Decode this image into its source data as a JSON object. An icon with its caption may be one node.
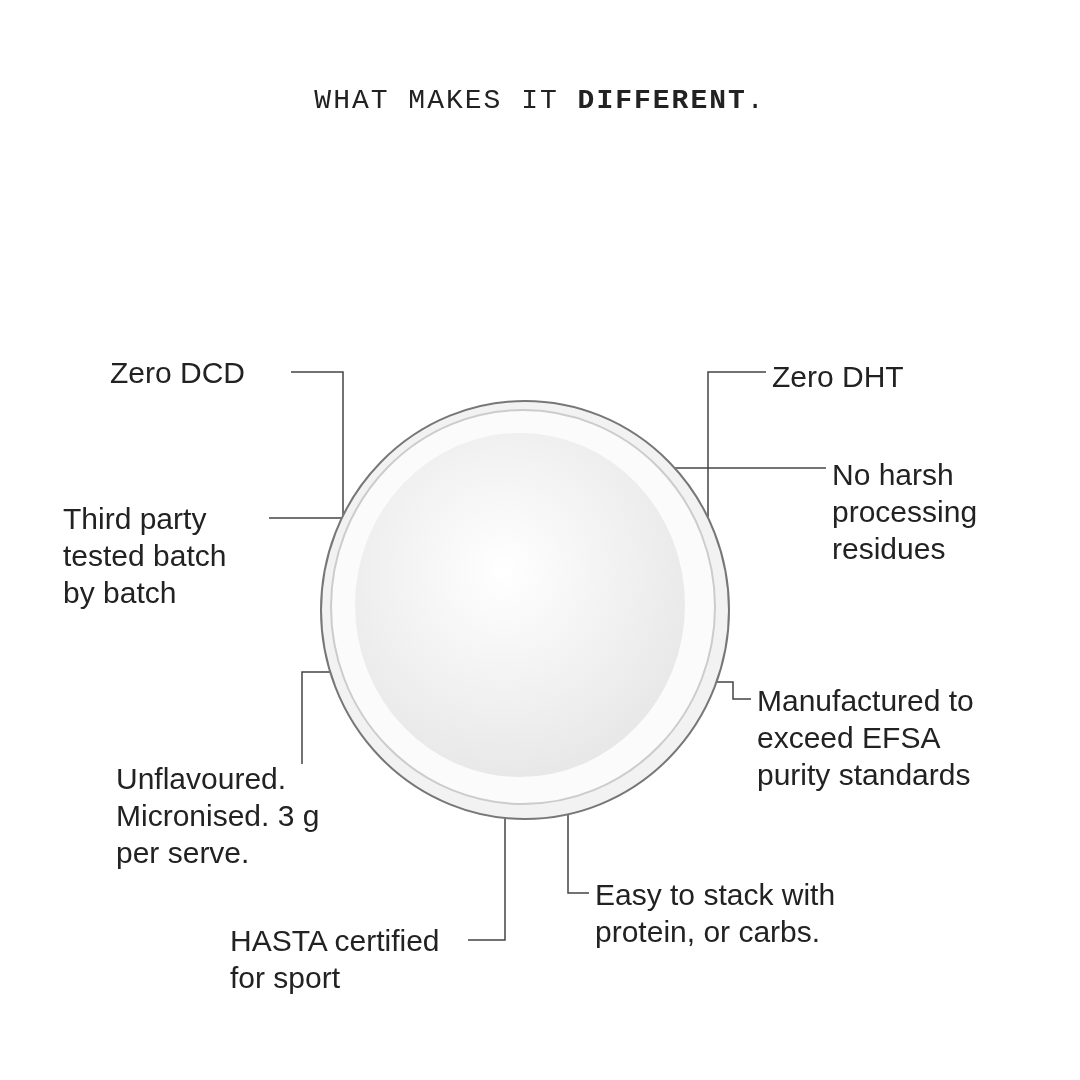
{
  "diagram": {
    "title": "WHAT MAKES IT **DIFFERENT**.",
    "nodes": [
      {
        "text": [
          "Zero DCD"
        ]
      },
      {
        "text": [
          "Zero DHT"
        ]
      },
      {
        "text": [
          "Third party tested batch by batch"
        ]
      },
      {
        "text": [
          "No harsh processing residues"
        ]
      },
      {
        "text": [
          "Manufactured to exceed EFSA purity standards"
        ]
      },
      {
        "text": [
          "Unflavoured. Micronised. 3 g per serve."
        ]
      },
      {
        "text": [
          "HASTA certified for sport"
        ]
      },
      {
        "text": [
          "Easy to stack with protein, or carbs."
        ]
      },
      {
        "text": [],
        "shape": "picture"
      }
    ],
    "edges": [
      {
        "from": 0,
        "to": 8,
        "arrow": "none"
      },
      {
        "from": 1,
        "to": 8,
        "arrow": "none"
      },
      {
        "from": 2,
        "to": 8,
        "arrow": "none"
      },
      {
        "from": 3,
        "to": 8,
        "arrow": "none"
      },
      {
        "from": 4,
        "to": 8,
        "arrow": "none"
      },
      {
        "from": 5,
        "to": 8,
        "arrow": "none"
      },
      {
        "from": 6,
        "to": 8,
        "arrow": "none"
      },
      {
        "from": 7,
        "to": 8,
        "arrow": "none"
      }
    ]
  }
}
